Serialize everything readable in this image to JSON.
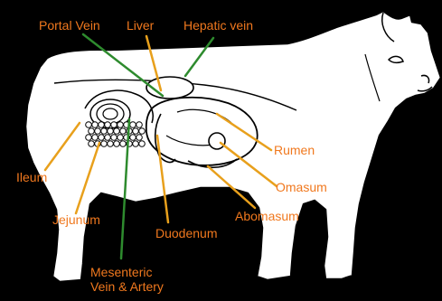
{
  "colors": {
    "background": "#000000",
    "body_fill": "#ffffff",
    "outline": "#000000",
    "label_text": "#f0781e",
    "leader_orange": "#e8a01c",
    "leader_green": "#2e8b2e"
  },
  "labels": {
    "portal_vein": "Portal Vein",
    "liver": "Liver",
    "hepatic_vein": "Hepatic vein",
    "rumen": "Rumen",
    "omasum": "Omasum",
    "abomasum": "Abomasum",
    "ileum": "Ileum",
    "jejunum": "Jejunum",
    "duodenum": "Duodenum",
    "mesenteric": "Mesenteric\nVein & Artery"
  }
}
